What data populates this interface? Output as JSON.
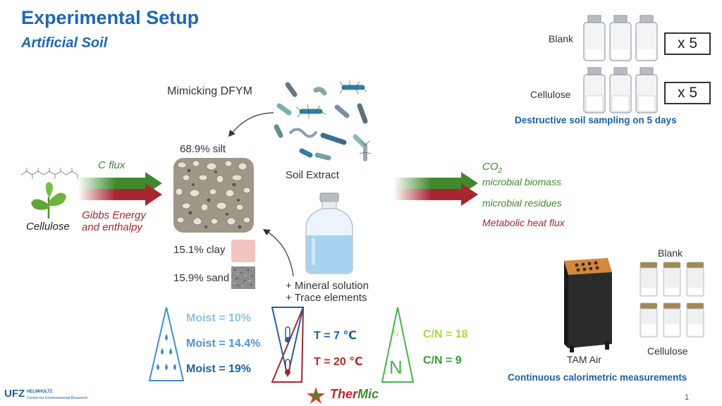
{
  "header": {
    "title": "Experimental Setup",
    "subtitle": "Artificial Soil"
  },
  "vials_top": {
    "blank_label": "Blank",
    "blank_count": "x 5",
    "cellulose_label": "Cellulose",
    "cellulose_count": "x 5",
    "note": "Destructive soil sampling on 5 days"
  },
  "soil": {
    "mimicking": "Mimicking DFYM",
    "silt": "68.9% silt",
    "clay": "15.1% clay",
    "sand": "15.9% sand",
    "soil_extract": "Soil Extract",
    "mineral": "+ Mineral solution",
    "trace": "+ Trace elements"
  },
  "left_flux": {
    "cellulose": "Cellulose",
    "c_flux": "C flux",
    "gibbs_1": "Gibbs Energy",
    "gibbs_2": "and enthalpy"
  },
  "outputs": {
    "co2_main": "CO",
    "co2_sub": "2",
    "biomass": "microbial biomass",
    "residues": "microbial residues",
    "heat": "Metabolic heat flux"
  },
  "moisture": {
    "items": [
      "Moist = 10%",
      "Moist = 14.4%",
      "Moist = 19%"
    ]
  },
  "temperature": {
    "t1": "T = 7 ℃",
    "t2": "T = 20 ℃"
  },
  "cn": {
    "n_small": "N",
    "n_big": "N",
    "c1": "C/N = 18",
    "c2": "C/N = 9"
  },
  "calorimetry": {
    "blank": "Blank",
    "cellulose": "Cellulose",
    "tam": "TAM Air",
    "note": "Continuous calorimetric measurements"
  },
  "footer": {
    "ufz_logo": "UFZ",
    "helmholtz": "HELMHOLTZ",
    "centre": "Centre for Environmental Research",
    "thermic_1": "Ther",
    "thermic_2": "Mic",
    "page": "1"
  },
  "colors": {
    "title_blue": "#1f66b5",
    "green": "#3f8a2e",
    "red": "#a8262e",
    "moist_light": "#8ec3e6",
    "moist_mid": "#4f94cf",
    "moist_dark": "#1f5fa6",
    "cn_green": "#46b547",
    "cn_light": "#a9d94a"
  }
}
